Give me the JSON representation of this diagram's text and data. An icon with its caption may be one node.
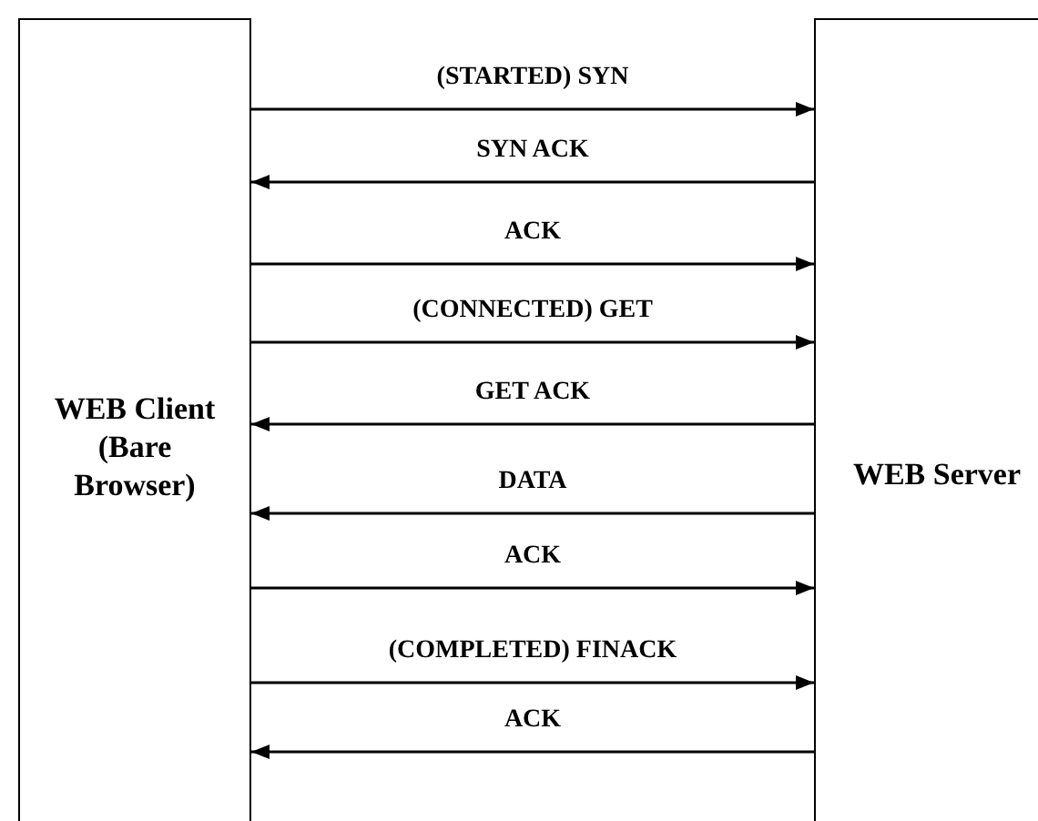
{
  "diagram": {
    "nodes": [
      {
        "text": [
          "WEB Client (Bare Browser)"
        ]
      },
      {
        "text": [
          "WEB Server"
        ]
      }
    ],
    "edges": [
      {
        "from": 0,
        "to": 1,
        "arrow": "to",
        "label": "(STARTED) SYN"
      },
      {
        "from": 1,
        "to": 0,
        "arrow": "to",
        "label": "SYN ACK"
      },
      {
        "from": 0,
        "to": 1,
        "arrow": "to",
        "label": "ACK"
      },
      {
        "from": 0,
        "to": 1,
        "arrow": "to",
        "label": "(CONNECTED) GET"
      },
      {
        "from": 1,
        "to": 0,
        "arrow": "to",
        "label": "GET ACK"
      },
      {
        "from": 1,
        "to": 0,
        "arrow": "to",
        "label": "DATA"
      },
      {
        "from": 0,
        "to": 1,
        "arrow": "to",
        "label": "ACK"
      },
      {
        "from": 0,
        "to": 1,
        "arrow": "to",
        "label": "(COMPLETED) FINACK"
      },
      {
        "from": 1,
        "to": 0,
        "arrow": "to",
        "label": "ACK"
      }
    ]
  }
}
